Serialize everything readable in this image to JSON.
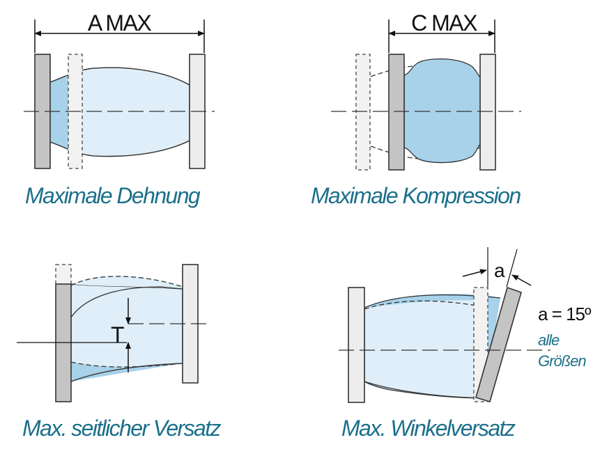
{
  "panels": {
    "extension": {
      "dimension_label": "A MAX",
      "caption": "Maximale Dehnung"
    },
    "compression": {
      "dimension_label": "C MAX",
      "caption": "Maximale Kompression"
    },
    "lateral_offset": {
      "dimension_label": "T",
      "caption": "Max. seitlicher Versatz"
    },
    "angular_offset": {
      "dimension_label": "a",
      "angle_note": "a = 15º",
      "size_note_line1": "alle",
      "size_note_line2": "Größen",
      "caption": "Max. Winkelversatz"
    }
  },
  "colors": {
    "caption_text": "#1b6f8a",
    "bellows_light": "#dfeef8",
    "bellows_dark": "#a8d1ea",
    "flange_dark": "#c4c4c4",
    "flange_light": "#ededed"
  }
}
